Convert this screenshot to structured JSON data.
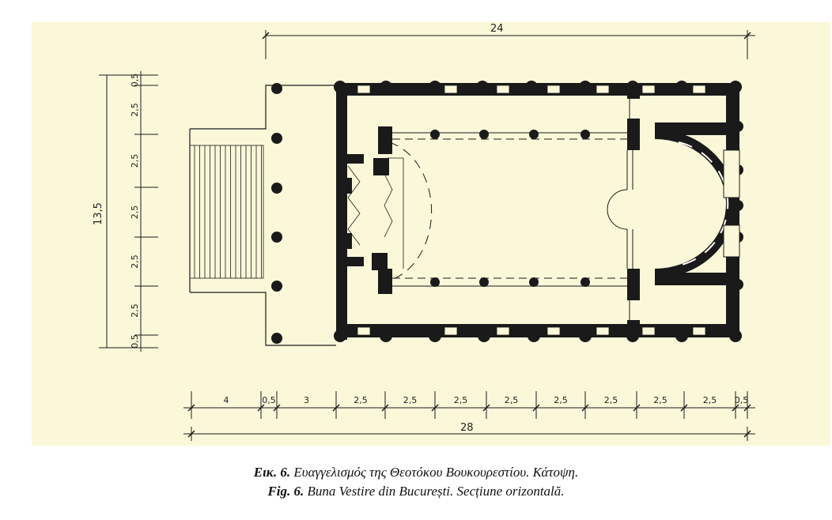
{
  "dimensions": {
    "top_overall": "24",
    "bottom_overall": "28",
    "left_overall": "13,5",
    "bottom_segments": [
      "4",
      "0,5",
      "3",
      "2,5",
      "2,5",
      "2,5",
      "2,5",
      "2,5",
      "2,5",
      "2,5",
      "2,5",
      "0,5"
    ],
    "left_segments": [
      "0,5",
      "2,5",
      "2,5",
      "2,5",
      "2,5",
      "2,5",
      "0,5"
    ]
  },
  "caption": {
    "greek_label": "Εικ. 6.",
    "greek_text": "Ευαγγελισμός της Θεοτόκου Βουκουρεστίου. Κάτοψη.",
    "latin_label": "Fig. 6.",
    "latin_text": "Buna Vestire din București. Secțiune orizontală."
  },
  "colors": {
    "background": "#fbf8d9",
    "ink": "#1a1a1a"
  }
}
